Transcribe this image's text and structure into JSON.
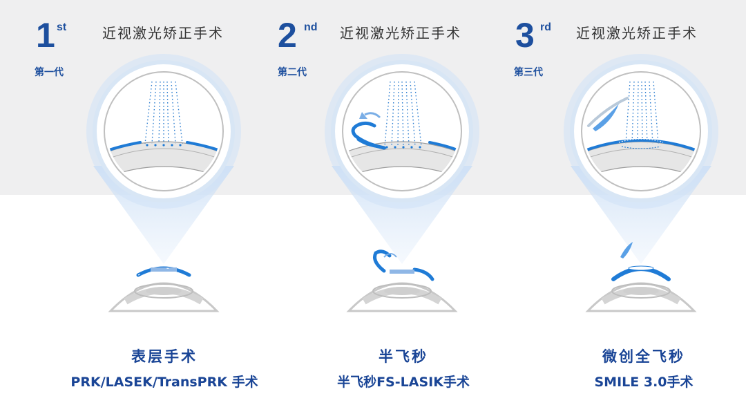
{
  "colors": {
    "brand_blue": "#1d4f9e",
    "accent_blue": "#1f7bd6",
    "laser_blue": "#2f7fd0",
    "light_blue": "#c9ddf4",
    "top_band": "#efeff0",
    "eye_gray": "#cfcfcf"
  },
  "panels": [
    {
      "number": "1",
      "suffix": "st",
      "caption": "近视激光矫正手术",
      "generation": "第一代",
      "title": "表层手术",
      "subtitle": "PRK/LASEK/TransPRK 手术",
      "icon": "surface-ablation-icon"
    },
    {
      "number": "2",
      "suffix": "nd",
      "caption": "近视激光矫正手术",
      "generation": "第二代",
      "title": "半飞秒",
      "subtitle": "半飞秒FS-LASIK手术",
      "icon": "flap-lasik-icon"
    },
    {
      "number": "3",
      "suffix": "rd",
      "caption": "近视激光矫正手术",
      "generation": "第三代",
      "title": "微创全飞秒",
      "subtitle": "SMILE 3.0手术",
      "icon": "smile-lenticule-icon"
    }
  ]
}
